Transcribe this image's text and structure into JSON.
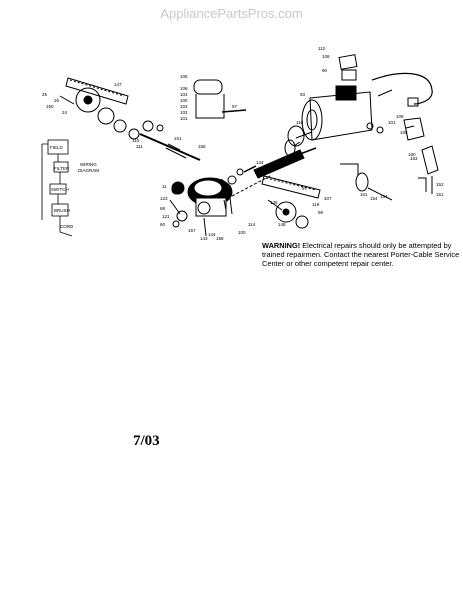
{
  "watermark": "AppliancePartsPros.com",
  "warning": {
    "heading": "WARNING!",
    "text": "Electrical repairs should only be attempted by trained repairmen. Contact the nearest Porter-Cable Service Center or other competent repair center."
  },
  "date_code": "7/03",
  "wiring_diagram": {
    "line1": "WIRING",
    "line2": "DIAGRAM",
    "labels": [
      "FIELD",
      "FILTER",
      "SWITCH",
      "BRUSH",
      "CORD"
    ]
  },
  "part_numbers": [
    "147",
    "105",
    "106",
    "97",
    "100",
    "25",
    "26",
    "104",
    "24",
    "103",
    "102",
    "101",
    "151",
    "150",
    "155",
    "110",
    "111",
    "109",
    "108",
    "112",
    "106",
    "90",
    "93",
    "11",
    "110",
    "53",
    "52",
    "134",
    "123",
    "68",
    "121",
    "60",
    "158",
    "157",
    "143",
    "144",
    "114",
    "107",
    "100",
    "101",
    "95",
    "154",
    "154",
    "152",
    "151",
    "160",
    "161",
    "163",
    "97",
    "119",
    "145",
    "148"
  ]
}
